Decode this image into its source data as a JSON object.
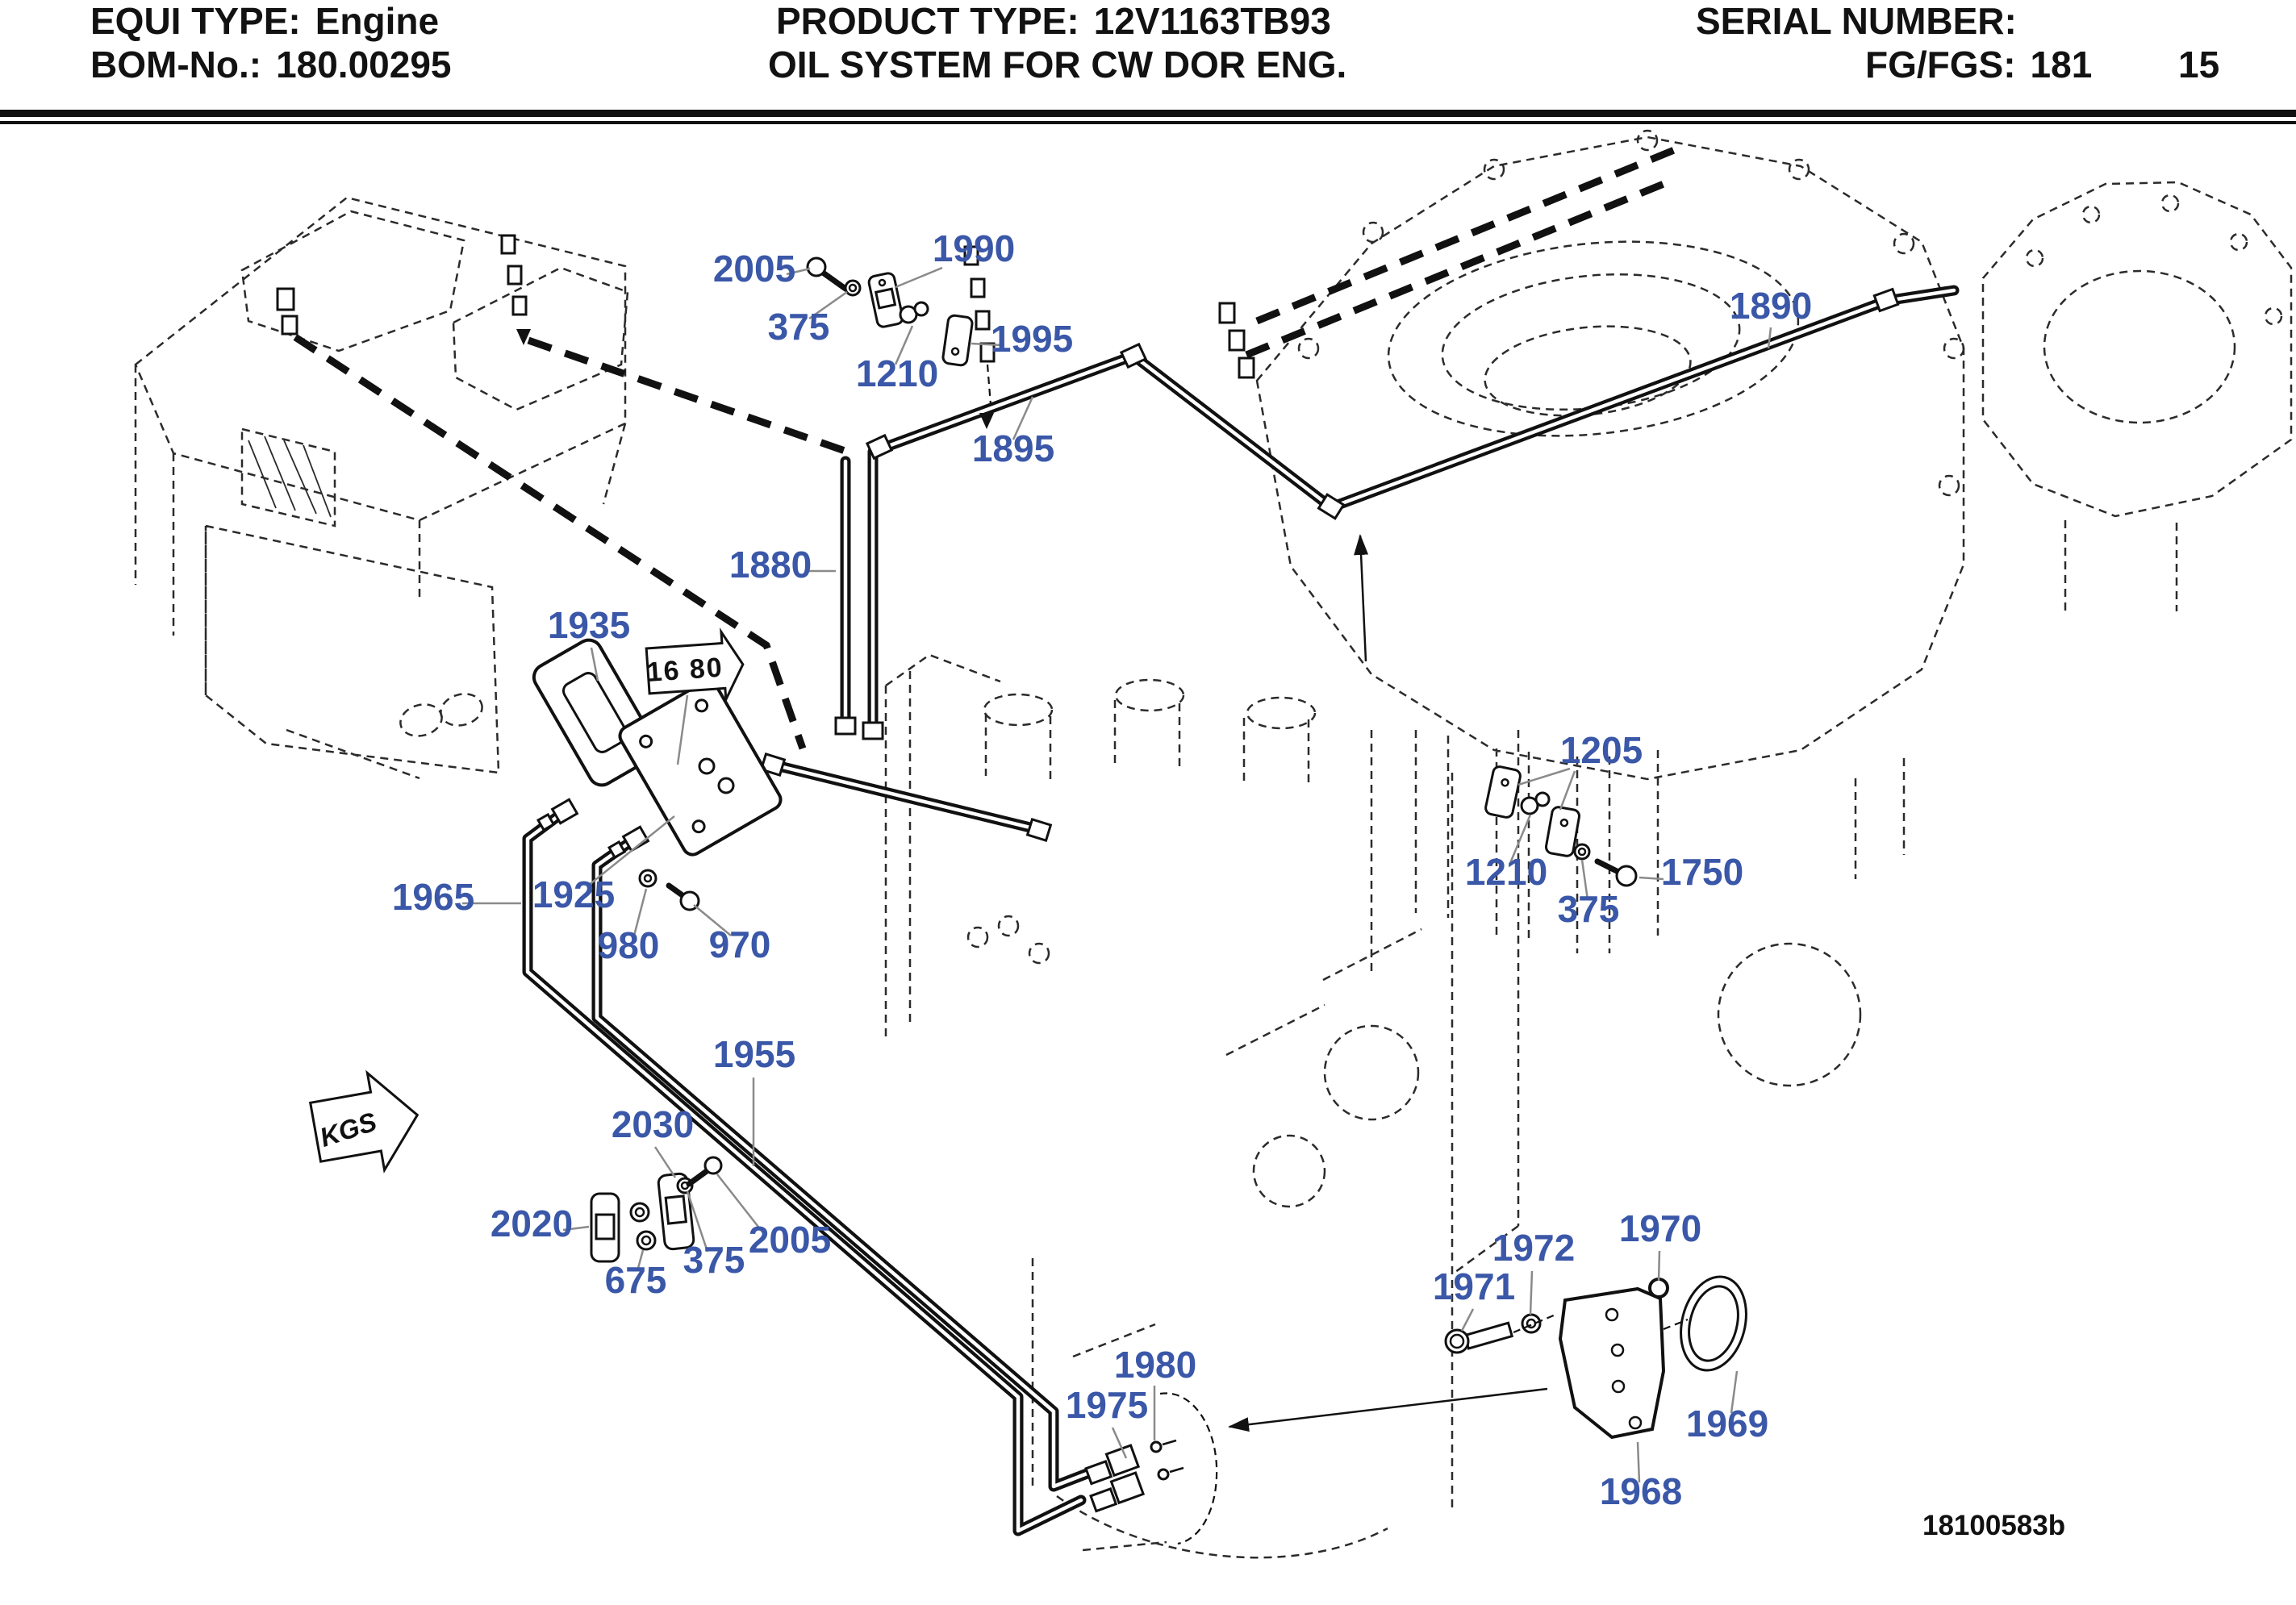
{
  "header": {
    "equi": {
      "label": "EQUI TYPE:",
      "value": "Engine"
    },
    "bom": {
      "label": "BOM-No.:",
      "value": "180.00295"
    },
    "product": {
      "label": "PRODUCT TYPE:",
      "value": "12V1163TB93"
    },
    "system_title": "OIL SYSTEM FOR CW DOR ENG.",
    "serial_label": "SERIAL NUMBER:",
    "fg": {
      "label": "FG/FGS:",
      "value": "181"
    },
    "page": "15"
  },
  "diagram": {
    "drawing_number": "18100583b",
    "flow_tag": "16 80",
    "direction_tag": "KGS",
    "label_color": "#3a57a8",
    "callouts": [
      {
        "label": "2005",
        "part": "screw"
      },
      {
        "label": "1990",
        "part": "clamp"
      },
      {
        "label": "375",
        "part": "washer"
      },
      {
        "label": "1210",
        "part": "nut"
      },
      {
        "label": "1995",
        "part": "clamp"
      },
      {
        "label": "1895",
        "part": "oil-pipe"
      },
      {
        "label": "1890",
        "part": "oil-pipe"
      },
      {
        "label": "1880",
        "part": "oil-pipes"
      },
      {
        "label": "1935",
        "part": "gasket"
      },
      {
        "label": "1965",
        "part": "oil-pipe"
      },
      {
        "label": "1925",
        "part": "adapter"
      },
      {
        "label": "980",
        "part": "washer"
      },
      {
        "label": "970",
        "part": "screw"
      },
      {
        "label": "1205",
        "part": "clamps"
      },
      {
        "label": "1210",
        "part": "nut"
      },
      {
        "label": "375",
        "part": "washer"
      },
      {
        "label": "1750",
        "part": "screw"
      },
      {
        "label": "1955",
        "part": "oil-pipe"
      },
      {
        "label": "2030",
        "part": "clamp"
      },
      {
        "label": "2020",
        "part": "clamp"
      },
      {
        "label": "675",
        "part": "nuts"
      },
      {
        "label": "375",
        "part": "washer"
      },
      {
        "label": "2005",
        "part": "screw"
      },
      {
        "label": "1975",
        "part": "union-fittings"
      },
      {
        "label": "1980",
        "part": "studs"
      },
      {
        "label": "1971",
        "part": "screw"
      },
      {
        "label": "1972",
        "part": "washer"
      },
      {
        "label": "1970",
        "part": "o-ring"
      },
      {
        "label": "1969",
        "part": "o-ring"
      },
      {
        "label": "1968",
        "part": "cover-plate"
      }
    ]
  }
}
